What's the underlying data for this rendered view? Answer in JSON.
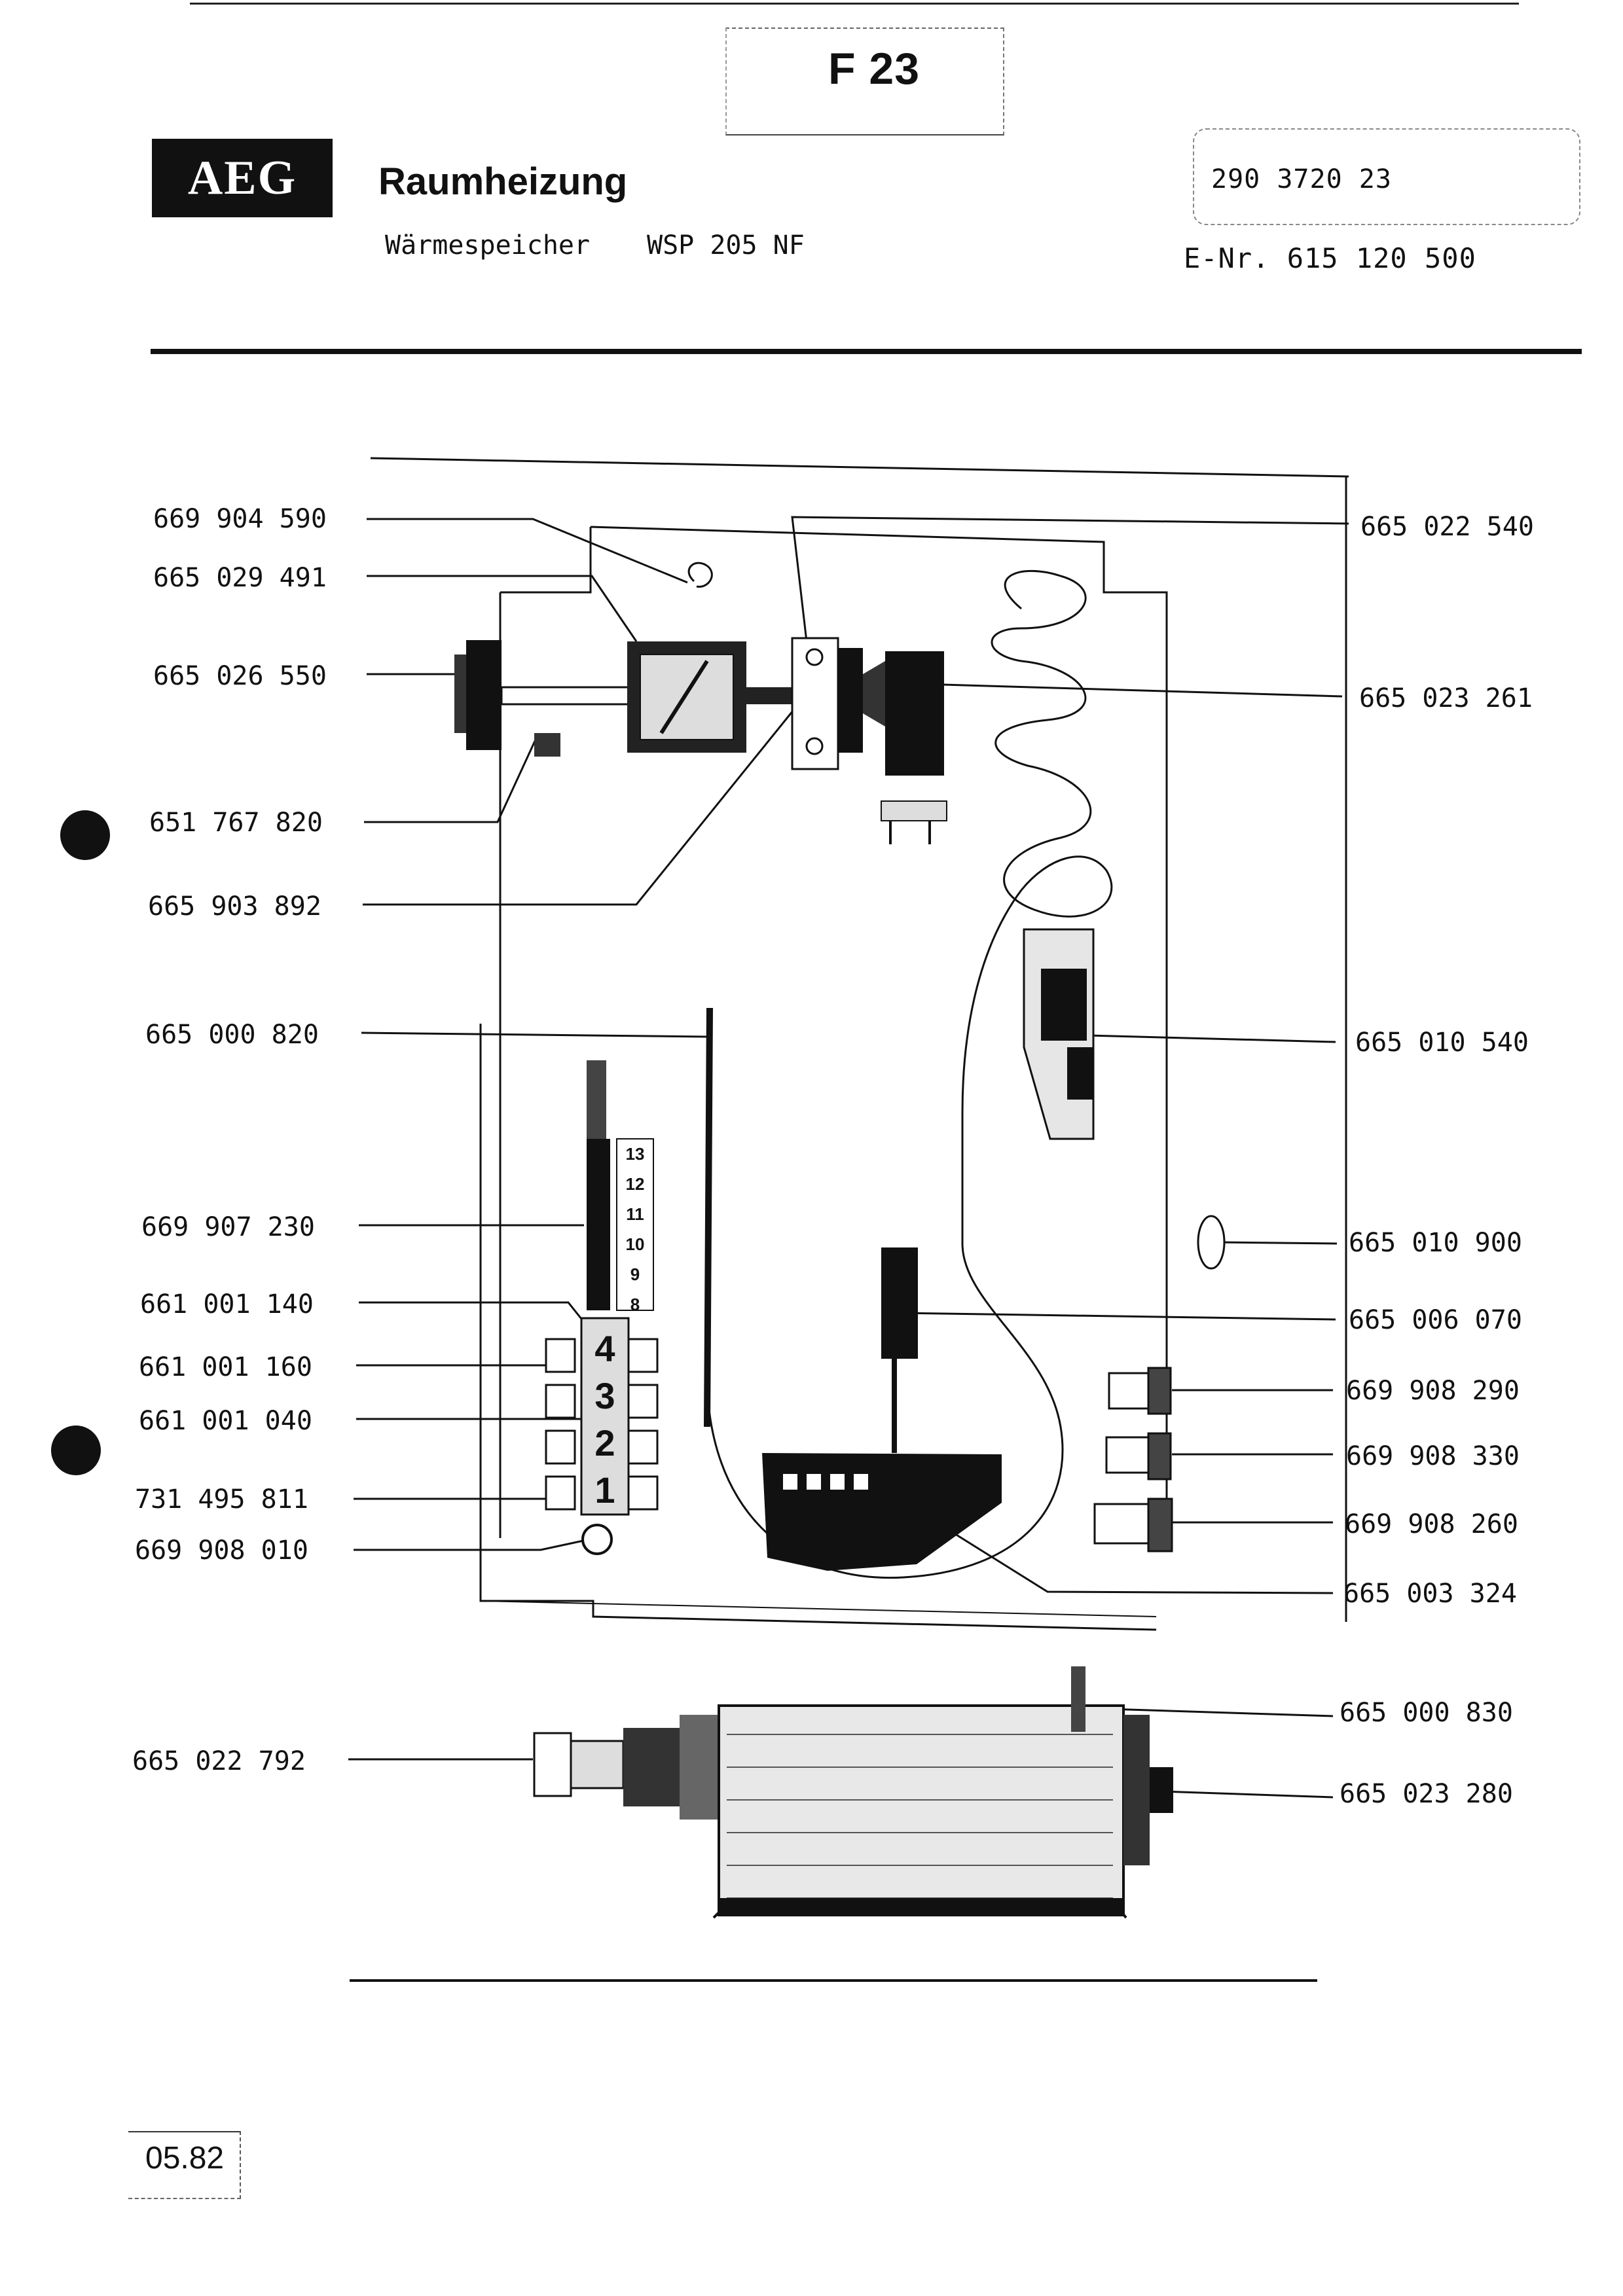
{
  "sheet_code": "F 23",
  "brand": "AEG",
  "title": "Raumheizung",
  "subtitle_model": "Wärmespeicher",
  "subtitle_type": "WSP 205 NF",
  "order_no": "290 3720 23",
  "e_no": "E-Nr. 615 120 500",
  "date": "05.82",
  "left_labels": [
    "669 904 590",
    "665 029 491",
    "665 026 550",
    "651 767 820",
    "665 903 892",
    "665 000 820",
    "669 907 230",
    "661 001 140",
    "661 001 160",
    "661 001 040",
    "731 495 811",
    "669 908 010",
    "665 022 792"
  ],
  "right_labels": [
    "665 022 540",
    "665 023 261",
    "665 010 540",
    "665 010 900",
    "665 006 070",
    "669 908 290",
    "669 908 330",
    "669 908 260",
    "665 003 324",
    "665 000 830",
    "665 023 280"
  ],
  "terminal_strip_numbers": [
    "13",
    "12",
    "11",
    "10",
    "9",
    "8"
  ],
  "switch_positions": [
    "4",
    "3",
    "2",
    "1"
  ],
  "colors": {
    "ink": "#111111",
    "paper": "#ffffff",
    "gray": "#555555"
  }
}
